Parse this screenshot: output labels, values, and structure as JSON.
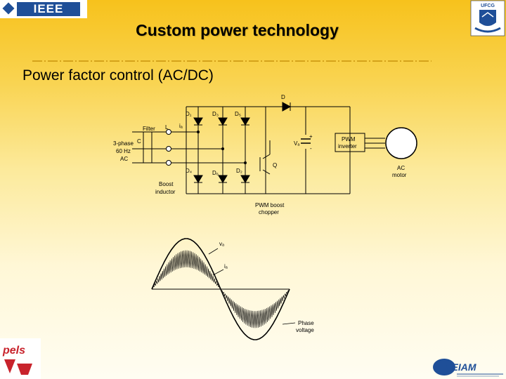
{
  "header": {
    "ieee_logo_text": "IEEE",
    "ufcg_logo_text": "UFCG"
  },
  "title": "Custom power technology",
  "subtitle": "Power factor control (AC/DC)",
  "circuit": {
    "diodes_top": [
      "D₁",
      "D₃",
      "D₅"
    ],
    "diodes_bottom": [
      "D₄",
      "D₆",
      "D₂"
    ],
    "boost_diode": "D",
    "filter_label": "Filter",
    "inductor_label": "L",
    "current_label": "iₐ",
    "capacitor_label": "C",
    "source_label": [
      "3-phase",
      "60  Hz",
      "AC"
    ],
    "inductor_caption": [
      "Boost",
      "inductor"
    ],
    "switch_label": "Q",
    "dc_voltage_label": "Vₐ",
    "plus_sign": "+",
    "minus_sign": "-",
    "inverter_label": [
      "PWM",
      "inverter"
    ],
    "motor_label": [
      "AC",
      "motor"
    ],
    "chopper_label": [
      "PWM boost",
      "chopper"
    ]
  },
  "waveform": {
    "voltage_label": "vₐ",
    "current_label": "iₐ",
    "phase_label": [
      "Phase",
      "voltage"
    ]
  },
  "footer": {
    "pels_logo_text": "pels",
    "lepam_logo_text": "LEIAM"
  }
}
